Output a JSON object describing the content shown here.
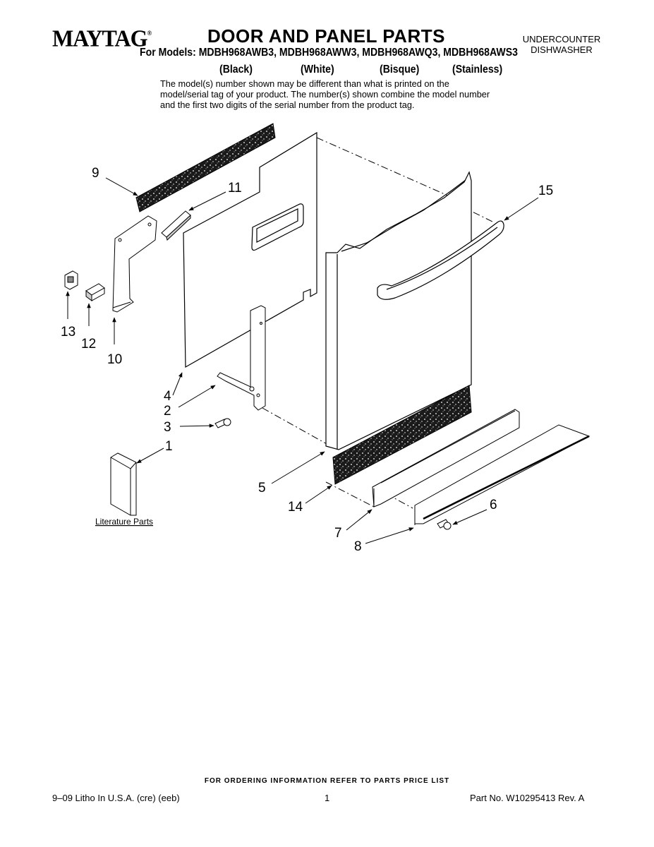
{
  "header": {
    "brand": "MAYTAG",
    "brand_mark": "®",
    "title": "DOOR AND PANEL PARTS",
    "category_line1": "UNDERCOUNTER",
    "category_line2": "DISHWASHER",
    "models": "For Models: MDBH968AWB3, MDBH968AWW3, MDBH968AWQ3, MDBH968AWS3",
    "colors": [
      "(Black)",
      "(White)",
      "(Bisque)",
      "(Stainless)"
    ],
    "note": "The model(s) number shown may be different than what is printed on the model/serial tag of your product. The number(s) shown combine the model number and the first two digits of the serial number from the product tag."
  },
  "diagram": {
    "callouts": {
      "c1": "1",
      "c2": "2",
      "c3": "3",
      "c4": "4",
      "c5": "5",
      "c6": "6",
      "c7": "7",
      "c8": "8",
      "c9": "9",
      "c10": "10",
      "c11": "11",
      "c12": "12",
      "c13": "13",
      "c14": "14",
      "c15": "15"
    },
    "literature_label": "Literature Parts"
  },
  "footer": {
    "ordering": "FOR ORDERING INFORMATION REFER TO PARTS PRICE LIST",
    "print_info": "9–09 Litho In U.S.A. (cre) (eeb)",
    "page": "1",
    "part_no": "Part No. W10295413 Rev. A"
  }
}
